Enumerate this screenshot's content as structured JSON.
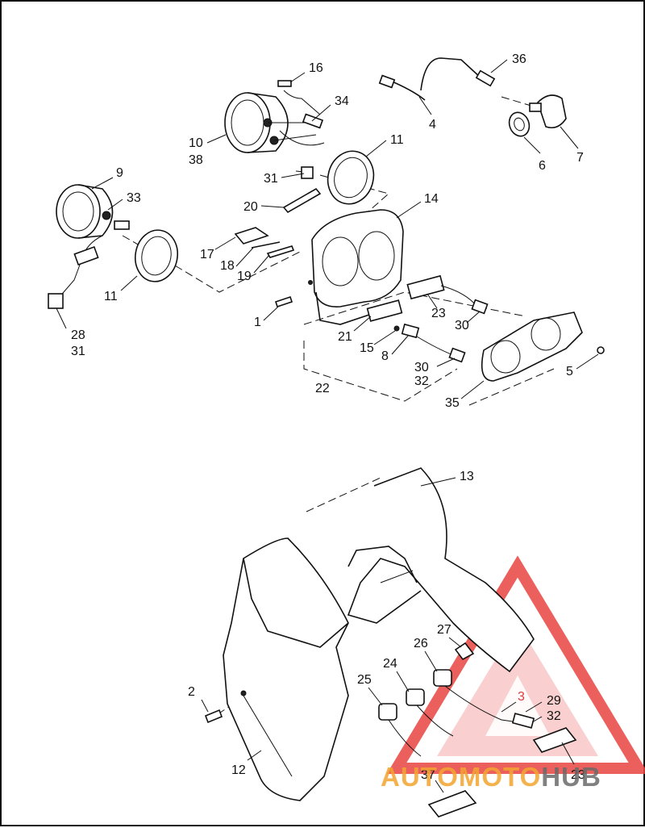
{
  "diagram": {
    "callouts": [
      {
        "id": "c16",
        "text": "16"
      },
      {
        "id": "c34",
        "text": "34"
      },
      {
        "id": "c10",
        "text": "10"
      },
      {
        "id": "c38",
        "text": "38"
      },
      {
        "id": "c11a",
        "text": "11"
      },
      {
        "id": "c31a",
        "text": "31"
      },
      {
        "id": "c20",
        "text": "20"
      },
      {
        "id": "c9",
        "text": "9"
      },
      {
        "id": "c33",
        "text": "33"
      },
      {
        "id": "c11b",
        "text": "11"
      },
      {
        "id": "c28",
        "text": "28"
      },
      {
        "id": "c31b",
        "text": "31"
      },
      {
        "id": "c17",
        "text": "17"
      },
      {
        "id": "c18",
        "text": "18"
      },
      {
        "id": "c19",
        "text": "19"
      },
      {
        "id": "c14",
        "text": "14"
      },
      {
        "id": "c1",
        "text": "1"
      },
      {
        "id": "c21",
        "text": "21"
      },
      {
        "id": "c15",
        "text": "15"
      },
      {
        "id": "c8",
        "text": "8"
      },
      {
        "id": "c22",
        "text": "22"
      },
      {
        "id": "c23a",
        "text": "23"
      },
      {
        "id": "c30a",
        "text": "30"
      },
      {
        "id": "c30b",
        "text": "30"
      },
      {
        "id": "c32a",
        "text": "32"
      },
      {
        "id": "c35",
        "text": "35"
      },
      {
        "id": "c5",
        "text": "5"
      },
      {
        "id": "c36",
        "text": "36"
      },
      {
        "id": "c4",
        "text": "4"
      },
      {
        "id": "c6",
        "text": "6"
      },
      {
        "id": "c7",
        "text": "7"
      },
      {
        "id": "c13",
        "text": "13"
      },
      {
        "id": "c27",
        "text": "27"
      },
      {
        "id": "c26",
        "text": "26"
      },
      {
        "id": "c24",
        "text": "24"
      },
      {
        "id": "c25",
        "text": "25"
      },
      {
        "id": "c2",
        "text": "2"
      },
      {
        "id": "c3",
        "text": "3"
      },
      {
        "id": "c29",
        "text": "29"
      },
      {
        "id": "c32b",
        "text": "32"
      },
      {
        "id": "c12",
        "text": "12"
      },
      {
        "id": "c37",
        "text": "37"
      },
      {
        "id": "c23b",
        "text": "23"
      }
    ]
  },
  "watermark": {
    "part1": "AUTOMOTO",
    "part2": "HUB",
    "colors": {
      "triangle": "#e8443f",
      "orange": "#f3a531",
      "red": "#e03b3b",
      "gray": "#6a6a6a"
    }
  }
}
